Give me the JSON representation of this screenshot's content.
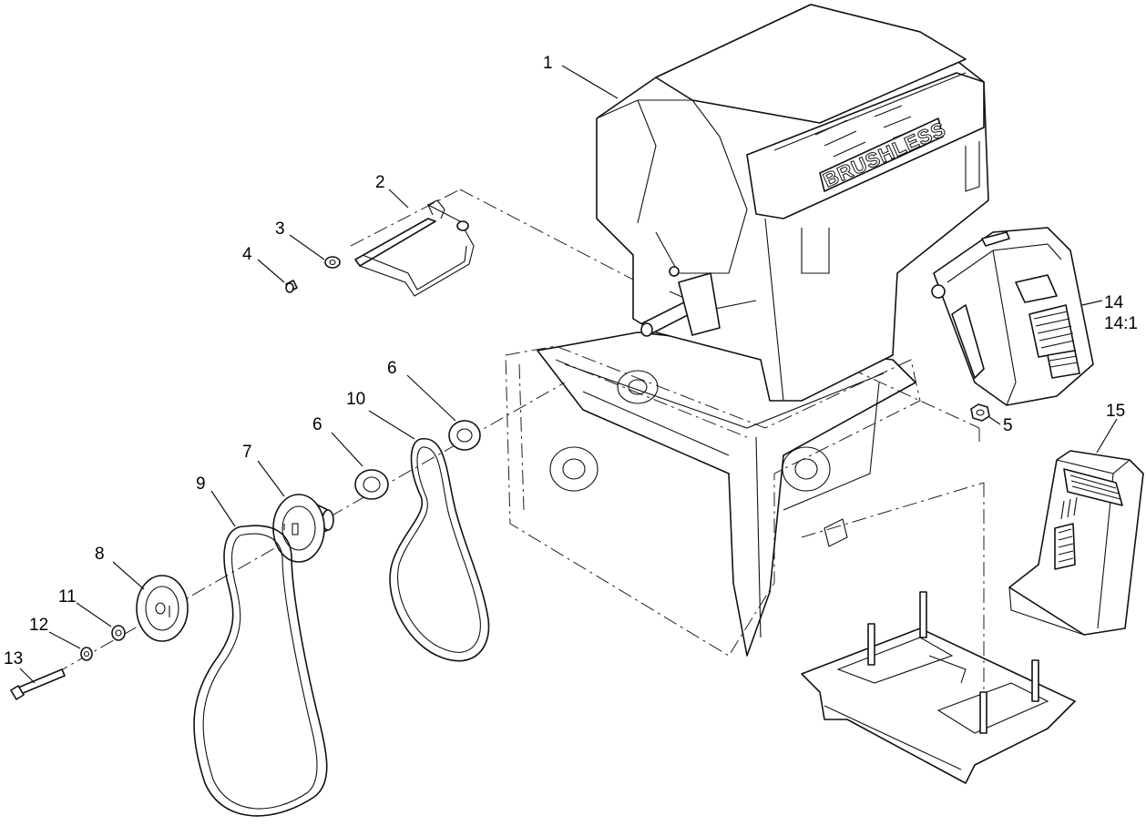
{
  "diagram": {
    "type": "exploded-parts-view",
    "callouts": [
      {
        "id": "callout-1",
        "text": "1"
      },
      {
        "id": "callout-2",
        "text": "2"
      },
      {
        "id": "callout-3",
        "text": "3"
      },
      {
        "id": "callout-4",
        "text": "4"
      },
      {
        "id": "callout-5",
        "text": "5"
      },
      {
        "id": "callout-6a",
        "text": "6"
      },
      {
        "id": "callout-6b",
        "text": "6"
      },
      {
        "id": "callout-7",
        "text": "7"
      },
      {
        "id": "callout-8",
        "text": "8"
      },
      {
        "id": "callout-9",
        "text": "9"
      },
      {
        "id": "callout-10",
        "text": "10"
      },
      {
        "id": "callout-11",
        "text": "11"
      },
      {
        "id": "callout-12",
        "text": "12"
      },
      {
        "id": "callout-13",
        "text": "13"
      },
      {
        "id": "callout-14",
        "text": "14"
      },
      {
        "id": "callout-14-1",
        "text": "14:1"
      },
      {
        "id": "callout-15",
        "text": "15"
      }
    ],
    "motor_emboss_text": "BRUSHLESS"
  }
}
